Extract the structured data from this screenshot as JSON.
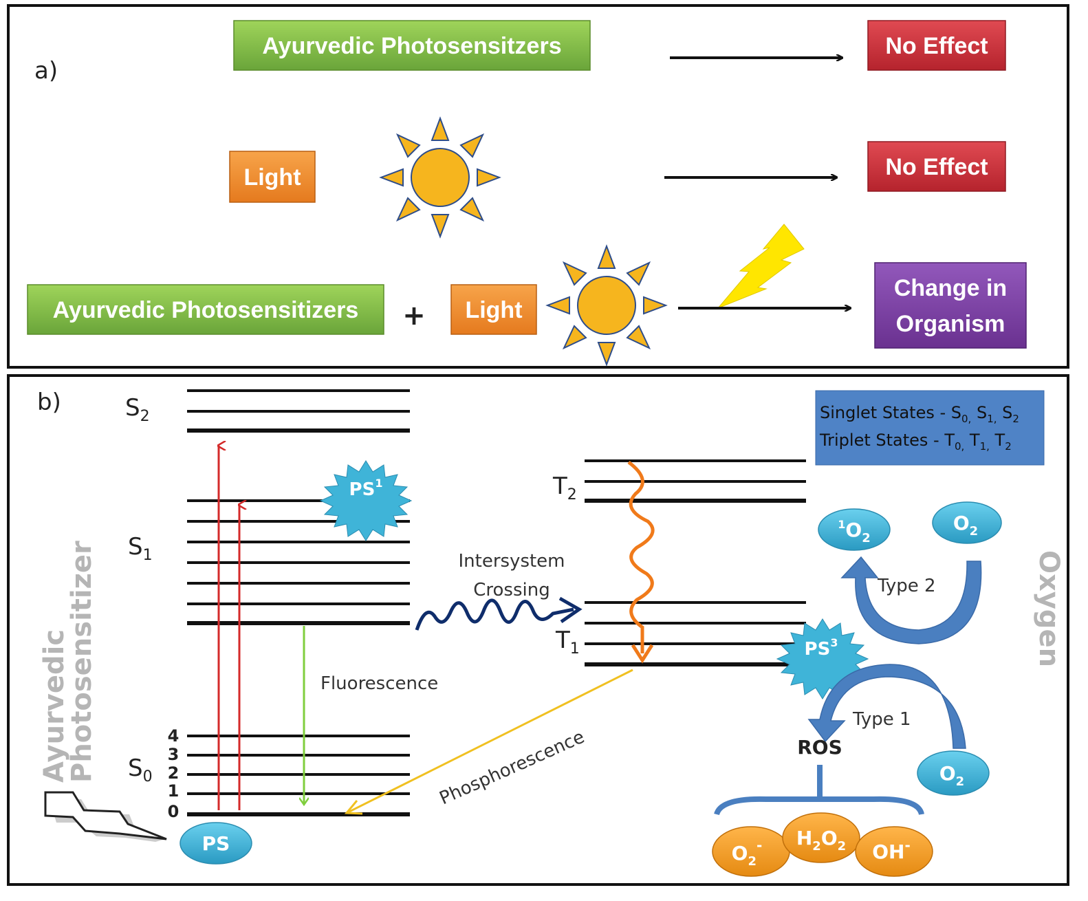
{
  "panel_a": {
    "label": "a)",
    "row1": {
      "agent": "Ayurvedic Photosensitzers",
      "result": "No Effect"
    },
    "row2": {
      "agent": "Light",
      "result": "No Effect"
    },
    "row3": {
      "agent": "Ayurvedic Photosensitizers",
      "plus": "+",
      "light": "Light",
      "result_line1": "Change in",
      "result_line2": "Organism"
    }
  },
  "panel_b": {
    "label": "b)",
    "side_left_line1": "Ayurvedic",
    "side_left_line2": "Photosensitizer",
    "side_right": "Oxygen",
    "states": {
      "S2": {
        "main": "S",
        "sub": "2"
      },
      "S1": {
        "main": "S",
        "sub": "1"
      },
      "S0": {
        "main": "S",
        "sub": "0"
      },
      "T2": {
        "main": "T",
        "sub": "2"
      },
      "T1": {
        "main": "T",
        "sub": "1"
      }
    },
    "vib_levels": [
      "4",
      "3",
      "2",
      "1",
      "0"
    ],
    "intersystem_line1": "Intersystem",
    "intersystem_line2": "Crossing",
    "fluorescence": "Fluorescence",
    "phosphorescence": "Phosphorescence",
    "legend_line1": "Singlet States - S",
    "legend_line1_subs": [
      "0,",
      "1,",
      "2"
    ],
    "legend_line2": "Triplet States - T",
    "legend_line2_subs": [
      "0,",
      "1,",
      "2"
    ],
    "ps_ground": "PS",
    "ps_excited_singlet": "PS",
    "ps_excited_singlet_sup": "1",
    "ps_excited_triplet": "PS",
    "ps_excited_triplet_sup": "3",
    "singlet_oxygen": {
      "sup": "1",
      "main": "O",
      "sub": "2"
    },
    "oxygen_type2": {
      "main": "O",
      "sub": "2"
    },
    "oxygen_type1": {
      "main": "O",
      "sub": "2"
    },
    "type2": "Type 2",
    "type1": "Type 1",
    "ros": "ROS",
    "superoxide": {
      "main": "O",
      "sub": "2",
      "sup": "-"
    },
    "peroxide": {
      "main": "H",
      "sub1": "2",
      "mid": "O",
      "sub2": "2"
    },
    "hydroxyl": {
      "main": "OH",
      "sup": "-"
    }
  },
  "colors": {
    "green_box": "#7cb342",
    "orange_box": "#ef8a2c",
    "red_box": "#c9303a",
    "purple_box": "#7a3fa0",
    "sun_fill": "#f6b51e",
    "sun_ray_stroke": "#2e4d8a",
    "lightning": "#ffe600",
    "excitation_arrow": "#d42a2a",
    "fluorescence_arrow": "#7fce3d",
    "phosphorescence_arrow": "#f0c020",
    "intersystem_arrow": "#0f2d6b",
    "relaxation_arrow": "#f07a1a",
    "legend_box": "#4f83c6",
    "cyan_ellipse": "#3fb4d8",
    "orange_ellipse": "#f39a1f",
    "type_arrow": "#4a7fc0"
  }
}
